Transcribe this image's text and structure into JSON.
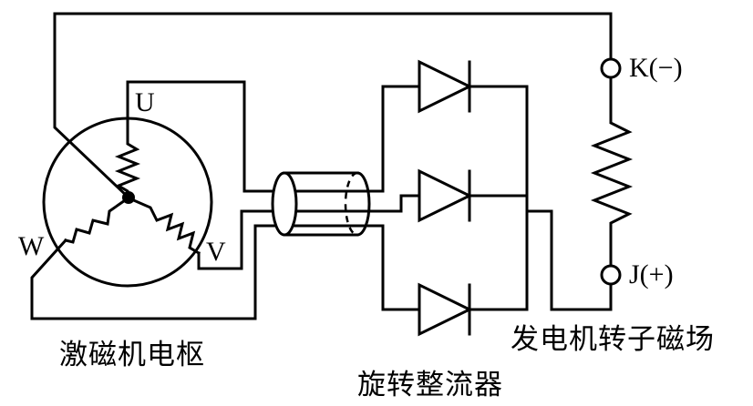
{
  "diagram": {
    "labels": {
      "u": "U",
      "v": "V",
      "w": "W",
      "k": "K(−)",
      "j": "J(+)"
    },
    "captions": {
      "exciter": "激磁机电枢",
      "rectifier": "旋转整流器",
      "rotor_field": "发电机转子磁场"
    }
  }
}
